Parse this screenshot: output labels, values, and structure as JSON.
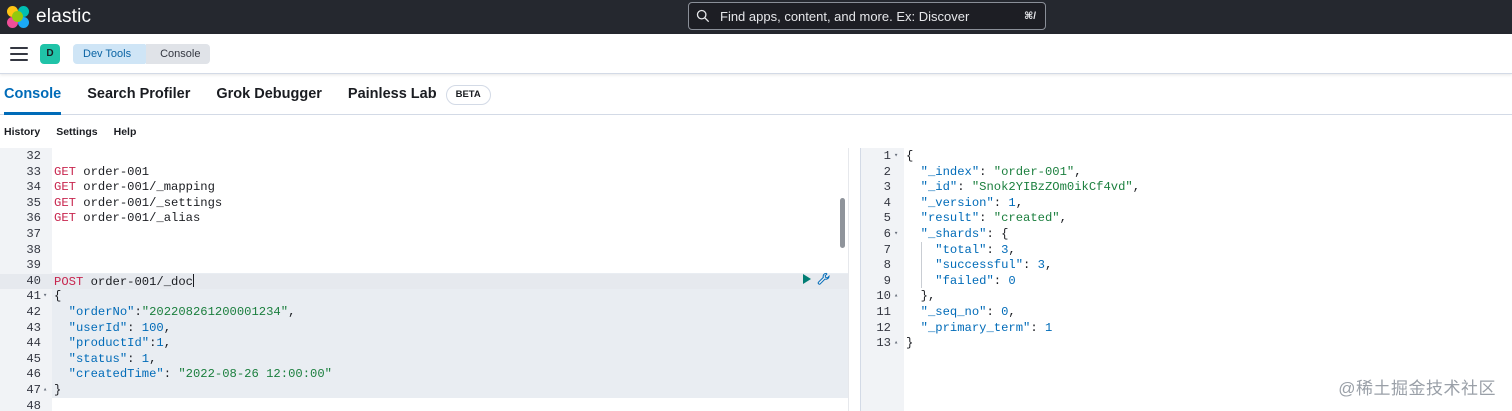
{
  "header": {
    "brand": "elastic",
    "search_placeholder": "Find apps, content, and more. Ex: Discover",
    "search_shortcut": "⌘/"
  },
  "breadcrumbs": {
    "space_initial": "D",
    "items": [
      "Dev Tools",
      "Console"
    ]
  },
  "tabs": [
    {
      "label": "Console"
    },
    {
      "label": "Search Profiler"
    },
    {
      "label": "Grok Debugger"
    },
    {
      "label": "Painless Lab",
      "badge": "BETA"
    }
  ],
  "submenu": [
    "History",
    "Settings",
    "Help"
  ],
  "request_lines": [
    {
      "n": "32",
      "text": ""
    },
    {
      "n": "33",
      "method": "GET",
      "path": " order-001"
    },
    {
      "n": "34",
      "method": "GET",
      "path": " order-001/_mapping"
    },
    {
      "n": "35",
      "method": "GET",
      "path": " order-001/_settings"
    },
    {
      "n": "36",
      "method": "GET",
      "path": " order-001/_alias"
    },
    {
      "n": "37",
      "text": ""
    },
    {
      "n": "38",
      "text": ""
    },
    {
      "n": "39",
      "text": ""
    },
    {
      "n": "40",
      "method": "POST",
      "path": " order-001/_doc"
    },
    {
      "n": "41",
      "text": "{"
    },
    {
      "n": "42",
      "key": "  \"orderNo\"",
      "sep": ":",
      "val": "\"202208261200001234\"",
      "tail": ",",
      "vtype": "str"
    },
    {
      "n": "43",
      "key": "  \"userId\"",
      "sep": ": ",
      "val": "100",
      "tail": ",",
      "vtype": "num"
    },
    {
      "n": "44",
      "key": "  \"productId\"",
      "sep": ":",
      "val": "1",
      "tail": ",",
      "vtype": "num"
    },
    {
      "n": "45",
      "key": "  \"status\"",
      "sep": ": ",
      "val": "1",
      "tail": ",",
      "vtype": "num"
    },
    {
      "n": "46",
      "key": "  \"createdTime\"",
      "sep": ": ",
      "val": "\"2022-08-26 12:00:00\"",
      "tail": "",
      "vtype": "str"
    },
    {
      "n": "47",
      "text": "}"
    },
    {
      "n": "48",
      "text": ""
    }
  ],
  "response_lines": [
    {
      "n": "1",
      "text": "{"
    },
    {
      "n": "2",
      "key": "  \"_index\"",
      "sep": ": ",
      "val": "\"order-001\"",
      "tail": ",",
      "vtype": "str"
    },
    {
      "n": "3",
      "key": "  \"_id\"",
      "sep": ": ",
      "val": "\"Snok2YIBzZOm0ikCf4vd\"",
      "tail": ",",
      "vtype": "str"
    },
    {
      "n": "4",
      "key": "  \"_version\"",
      "sep": ": ",
      "val": "1",
      "tail": ",",
      "vtype": "num"
    },
    {
      "n": "5",
      "key": "  \"result\"",
      "sep": ": ",
      "val": "\"created\"",
      "tail": ",",
      "vtype": "str"
    },
    {
      "n": "6",
      "key": "  \"_shards\"",
      "sep": ": ",
      "val": "{",
      "tail": "",
      "vtype": "punc"
    },
    {
      "n": "7",
      "key": "    \"total\"",
      "sep": ": ",
      "val": "3",
      "tail": ",",
      "vtype": "num"
    },
    {
      "n": "8",
      "key": "    \"successful\"",
      "sep": ": ",
      "val": "3",
      "tail": ",",
      "vtype": "num"
    },
    {
      "n": "9",
      "key": "    \"failed\"",
      "sep": ": ",
      "val": "0",
      "tail": "",
      "vtype": "num"
    },
    {
      "n": "10",
      "text": "  },"
    },
    {
      "n": "11",
      "key": "  \"_seq_no\"",
      "sep": ": ",
      "val": "0",
      "tail": ",",
      "vtype": "num"
    },
    {
      "n": "12",
      "key": "  \"_primary_term\"",
      "sep": ": ",
      "val": "1",
      "tail": "",
      "vtype": "num"
    },
    {
      "n": "13",
      "text": "}"
    }
  ],
  "fold_markers": {
    "down": "▾",
    "up": "▴"
  },
  "watermark": "@稀土掘金技术社区",
  "colors": {
    "header_bg": "#25282f",
    "accent": "#006bb8",
    "method": "#c7254e",
    "string": "#1b7f3e",
    "run": "#017d73"
  }
}
